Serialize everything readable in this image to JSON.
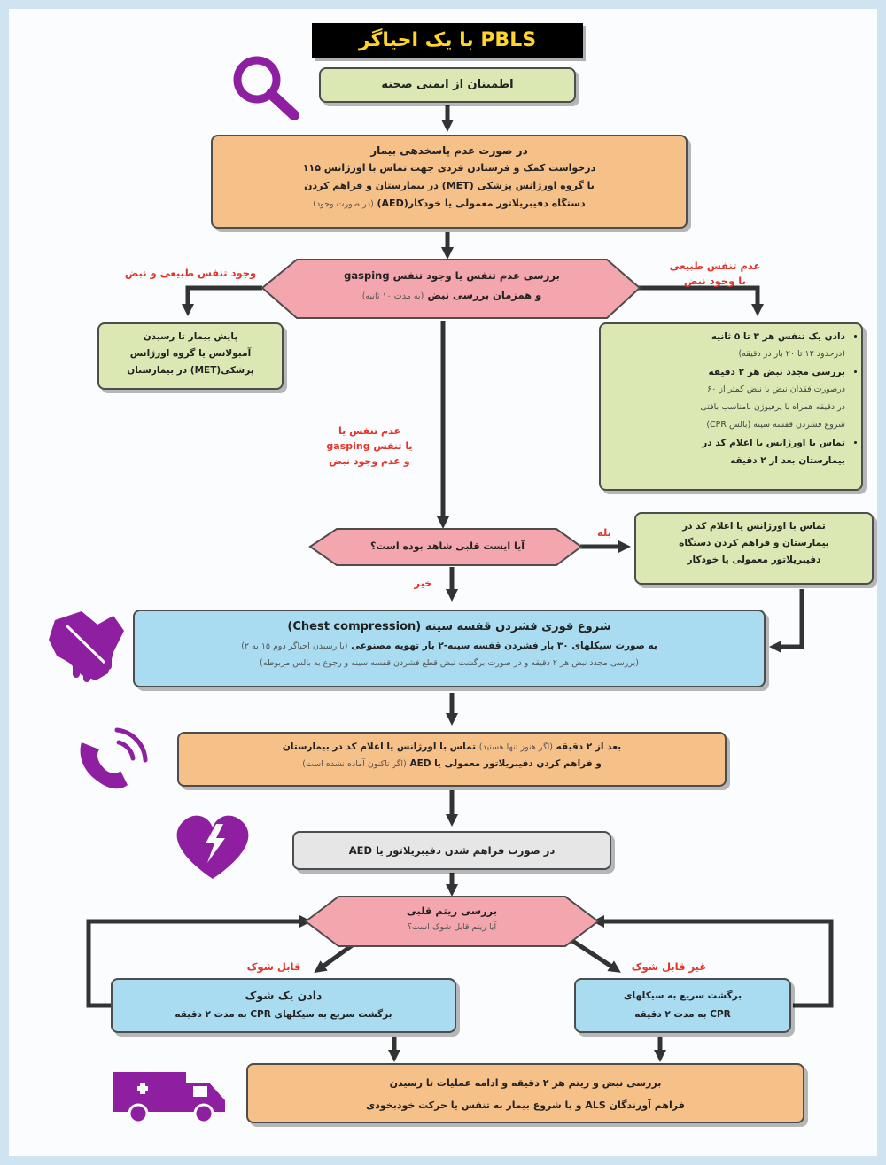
{
  "title": "PBLS با یک احیاگر",
  "scene_safety": "اطمینان از ایمنی صحنه",
  "unresponsive": {
    "heading": "در صورت عدم پاسخدهی بیمار",
    "line1": "درخواست کمک و فرستادن فردی جهت تماس با اورژانس ۱۱۵",
    "line2": "یا گروه اورژانس پزشکی (MET) در بیمارستان و فراهم کردن",
    "line3": "دستگاه دفیبریلاتور معمولی یا خودکار(AED)",
    "line3_note": "(در صورت وجود)"
  },
  "check_breathing": {
    "line1": "بررسی عدم تنفس یا وجود تنفس gasping",
    "line2": "و همزمان بررسی نبض",
    "line2_note": "(به مدت ۱۰ ثانیه)"
  },
  "labels": {
    "normal_breathing_pulse": "وجود تنفس طبیعی و نبض",
    "no_normal_breathing_line1": "عدم تنفس طبیعی",
    "no_normal_breathing_line2": "با وجود نبض",
    "no_breathing_line1": "عدم تنفس یا",
    "no_breathing_line2": "یا تنفس gasping",
    "no_breathing_line3": "و عدم وجود نبض",
    "yes": "بله",
    "no": "خیر",
    "shockable": "قابل شوک",
    "non_shockable": "غیر قابل شوک"
  },
  "monitor": {
    "line1": "پایش بیمار تا رسیدن",
    "line2": "آمبولانس یا گروه اورژانس",
    "line3": "پزشکی(MET) در بیمارستان"
  },
  "rescue_breathing": {
    "b1": "دادن یک تنفس هر ۳ تا ۵ ثانیه",
    "b1_sub": "(درحدود ۱۲ تا ۲۰ بار در دقیقه)",
    "b2": "بررسی مجدد نبض هر ۲ دقیقه",
    "b2_sub1": "درصورت فقدان نبض یا نبض کمتر از ۶۰",
    "b2_sub2": "در دقیقه همراه با پرفیوژن نامناسب بافتی",
    "b2_sub3": "شروع فشردن قفسه سینه (بالس CPR)",
    "b3": "تماس با اورژانس یا اعلام کد در",
    "b3_line2": "بیمارستان بعد از ۲ دقیقه"
  },
  "witnessed": "آیا ایست قلبی شاهد بوده است؟",
  "witnessed_yes": {
    "line1": "تماس با اورژانس یا اعلام کد در",
    "line2": "بیمارستان و فراهم کردن دستگاه",
    "line3": "دفیبریلاتور معمولی یا خودکار"
  },
  "compression": {
    "heading": "شروع فوری فشردن قفسه سینه (Chest compression)",
    "line2": "به صورت سیکلهای ۳۰ بار فشردن قفسه سینه-۲ بار تهویه مصنوعی",
    "line2_note": "(با رسیدن احیاگر دوم ۱۵ به ۲)",
    "line3": "(بررسی مجدد نبض هر ۲ دقیقه و در صورت برگشت نبض قطع فشردن قفسه سینه و رجوع به بالس مربوطه)"
  },
  "after_two_minutes": {
    "line1_a": "بعد از ۲ دقیقه",
    "line1_note": "(اگر هنوز تنها هستید)",
    "line1_b": "تماس با اورژانس یا اعلام کد در بیمارستان",
    "line2": "و فراهم کردن دفیبریلاتور معمولی یا AED",
    "line2_note": "(اگر تاکنون آماده نشده است)"
  },
  "aed_available": "در صورت فراهم شدن دفیبریلاتور یا AED",
  "rhythm": {
    "line1": "بررسی ریتم قلبی",
    "line2": "آیا ریتم قابل شوک است؟"
  },
  "shock": {
    "line1": "دادن یک شوک",
    "line2": "برگشت سریع به سیکلهای CPR به مدت ۲ دقیقه"
  },
  "no_shock": {
    "line1": "برگشت سریع به سیکلهای",
    "line2": "CPR به مدت ۲ دقیقه"
  },
  "final": {
    "line1": "بررسی نبض و ریتم هر ۲ دقیقه و ادامه عملیات تا رسیدن",
    "line2": "فراهم آورندگان ALS و یا شروع بیمار به تنفس یا حرکت خودبخودی"
  },
  "colors": {
    "green": "#dce8b3",
    "orange": "#f6c089",
    "blue": "#a9dcf1",
    "pink": "#f4a6ae",
    "grey": "#e6e6e6",
    "purple": "#8e1fa1",
    "red_label": "#e2342a",
    "title_text": "#ffd52b"
  },
  "icons": [
    "magnifier-icon",
    "hands-icon",
    "phone-icon",
    "heart-shock-icon",
    "ambulance-icon"
  ]
}
